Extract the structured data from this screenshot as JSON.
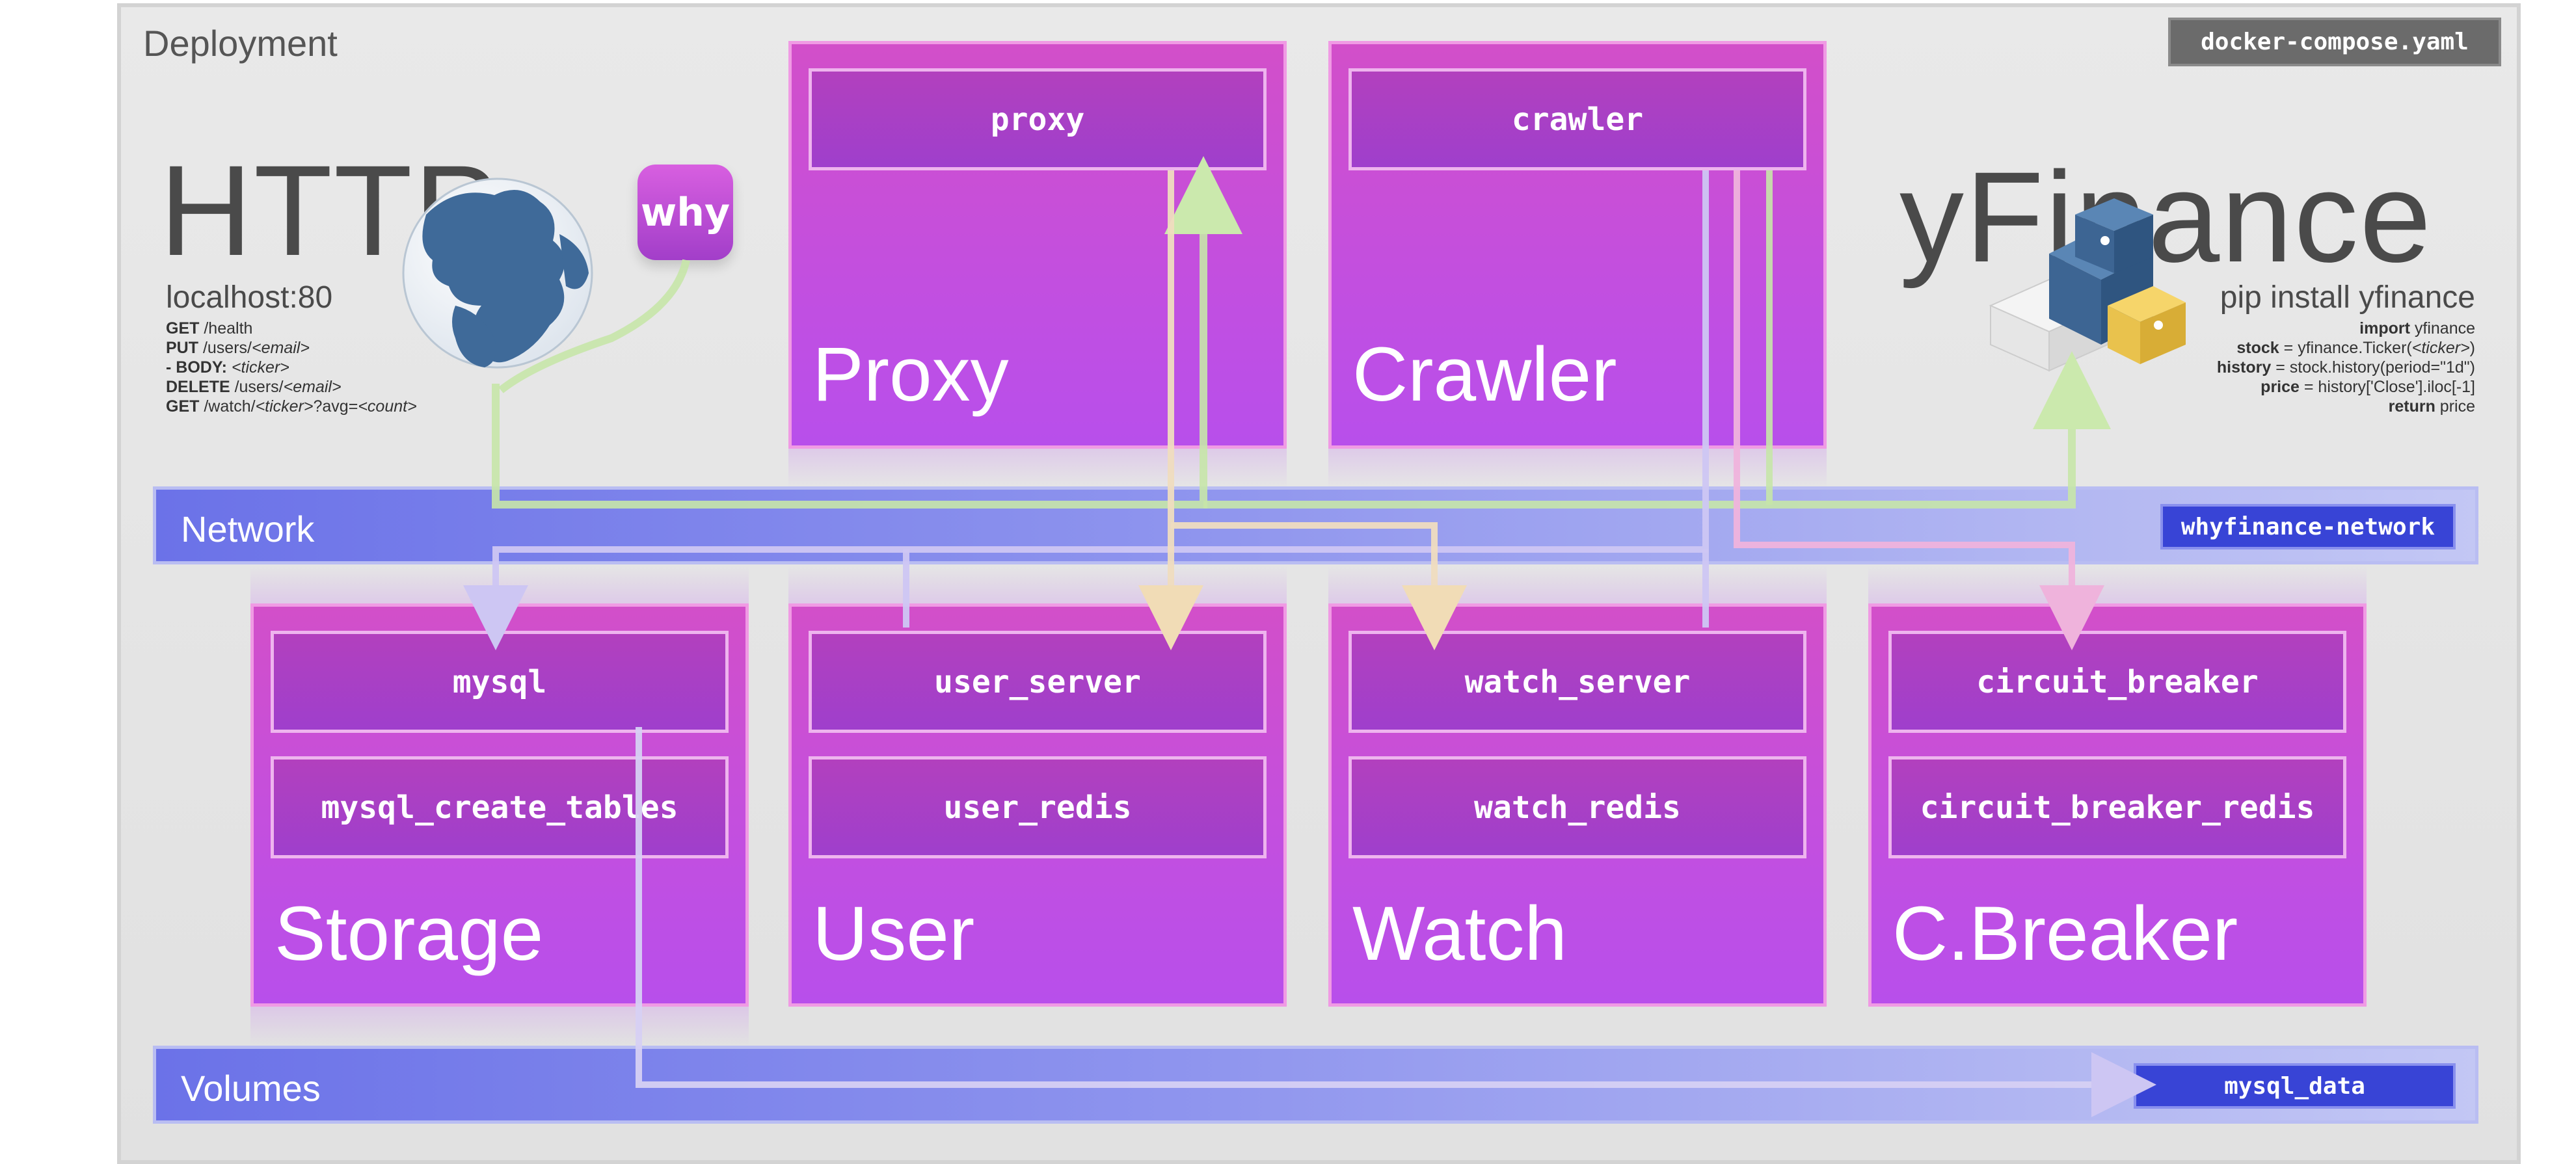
{
  "deployment": {
    "title": "Deployment",
    "compose_file": "docker-compose.yaml"
  },
  "http": {
    "title": "HTTP",
    "address": "localhost:80",
    "endpoints": [
      {
        "method": "GET",
        "path": "/health"
      },
      {
        "method": "PUT",
        "path": "/users/",
        "param": "<email>"
      },
      {
        "method": "- BODY:",
        "path": " ",
        "param": "<ticker>"
      },
      {
        "method": "DELETE",
        "path": "/users/",
        "param": "<email>"
      },
      {
        "method": "GET",
        "path": "/watch/",
        "param": "<ticker>",
        "suffix": "?avg=",
        "param2": "<count>"
      }
    ]
  },
  "logo": {
    "text": "why"
  },
  "yfinance": {
    "title": "yFinance",
    "install": "pip install yfinance",
    "code": [
      {
        "kw": "import",
        "rest": " yfinance"
      },
      {
        "kw": "stock",
        "rest": " = yfinance.Ticker(",
        "param": "<ticker>",
        "end": ")"
      },
      {
        "kw": "history",
        "rest": " = stock.history(period=\"1d\")"
      },
      {
        "kw": "price",
        "rest": " = history['Close'].iloc[-1]"
      },
      {
        "kw": "return",
        "rest": " price"
      }
    ]
  },
  "network": {
    "label": "Network",
    "name": "whyfinance-network"
  },
  "volumes": {
    "label": "Volumes",
    "name": "mysql_data"
  },
  "groups": {
    "proxy": {
      "label": "Proxy",
      "services": [
        "proxy"
      ]
    },
    "crawler": {
      "label": "Crawler",
      "services": [
        "crawler"
      ]
    },
    "storage": {
      "label": "Storage",
      "services": [
        "mysql",
        "mysql_create_tables"
      ]
    },
    "user": {
      "label": "User",
      "services": [
        "user_server",
        "user_redis"
      ]
    },
    "watch": {
      "label": "Watch",
      "services": [
        "watch_server",
        "watch_redis"
      ]
    },
    "cbreaker": {
      "label": "C.Breaker",
      "services": [
        "circuit_breaker",
        "circuit_breaker_redis"
      ]
    }
  },
  "colors": {
    "service_group": "#c24fe0",
    "service_box": "#a23fc8",
    "network_band": "#6b72e8",
    "badge_blue": "#3844d6",
    "green_line": "#c8eaa8",
    "pink_line": "#f0b6e0",
    "lavender_line": "#c9c3f2"
  }
}
